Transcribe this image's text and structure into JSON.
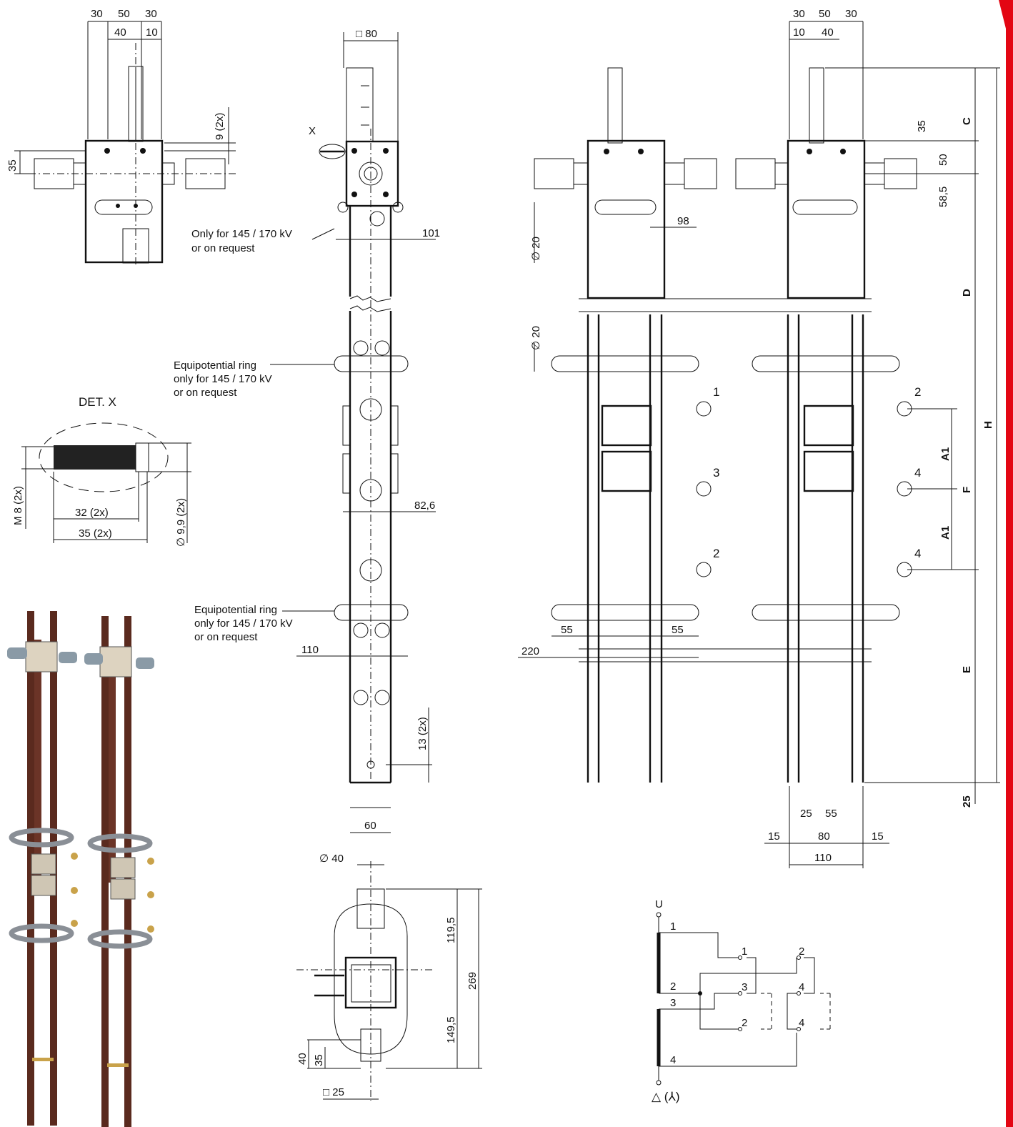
{
  "labels": {
    "top_left": {
      "d1": "30",
      "d2": "50",
      "d3": "30",
      "d4": "40",
      "d5": "10",
      "d6": "9 (2x)",
      "d7": "35"
    },
    "front": {
      "d1": "□ 80",
      "x": "X",
      "d2": "101",
      "note1": "Only for 145 / 170 kV",
      "note2": "or on request",
      "d3": "82,6",
      "d4": "110",
      "d5": "13 (2x)",
      "d6": "60",
      "eq1a": "Equipotential ring",
      "eq1b": "only for 145 / 170 kV",
      "eq1c": "or on request",
      "eq2a": "Equipotential ring",
      "eq2b": "only for 145 / 170 kV",
      "eq2c": "or on request"
    },
    "detail": {
      "title": "DET. X",
      "m8": "M 8 (2x)",
      "d32": "32  (2x)",
      "d35": "35  (2x)",
      "d99": "∅ 9,9  (2x)"
    },
    "right": {
      "t1": "30",
      "t2": "50",
      "t3": "30",
      "t4": "10",
      "t5": "40",
      "d35": "35",
      "d50": "50",
      "d585": "58,5",
      "d98": "98",
      "dia20a": "∅ 20",
      "dia20b": "∅ 20",
      "d55a": "55",
      "d55b": "55",
      "d220": "220",
      "b25": "25",
      "b55": "55",
      "b15a": "15",
      "b80": "80",
      "b15b": "15",
      "b110": "110",
      "C": "C",
      "D": "D",
      "H": "H",
      "A1a": "A1",
      "F": "F",
      "A1b": "A1",
      "E": "E",
      "b25v": "25",
      "n1": "1",
      "n2": "2",
      "n3": "3",
      "n4": "4",
      "n5": "2",
      "n6": "4"
    },
    "bottom": {
      "dia40": "∅ 40",
      "d1195": "119,5",
      "d269": "269",
      "d1495": "149,5",
      "d40": "40",
      "d35": "35",
      "sq25": "□ 25"
    },
    "schematic": {
      "U": "U",
      "t1": "1",
      "t2": "2",
      "t3": "3",
      "t4": "4",
      "c1": "1",
      "c2": "2",
      "c3": "3",
      "c4": "4",
      "c5": "2",
      "c6": "4",
      "delta": "△ (⅄)"
    }
  },
  "colors": {
    "line": "#111111",
    "accent": "#e30613",
    "rod": "#5a2a1e",
    "ring": "#8a8f96",
    "brass": "#c9a24a"
  }
}
